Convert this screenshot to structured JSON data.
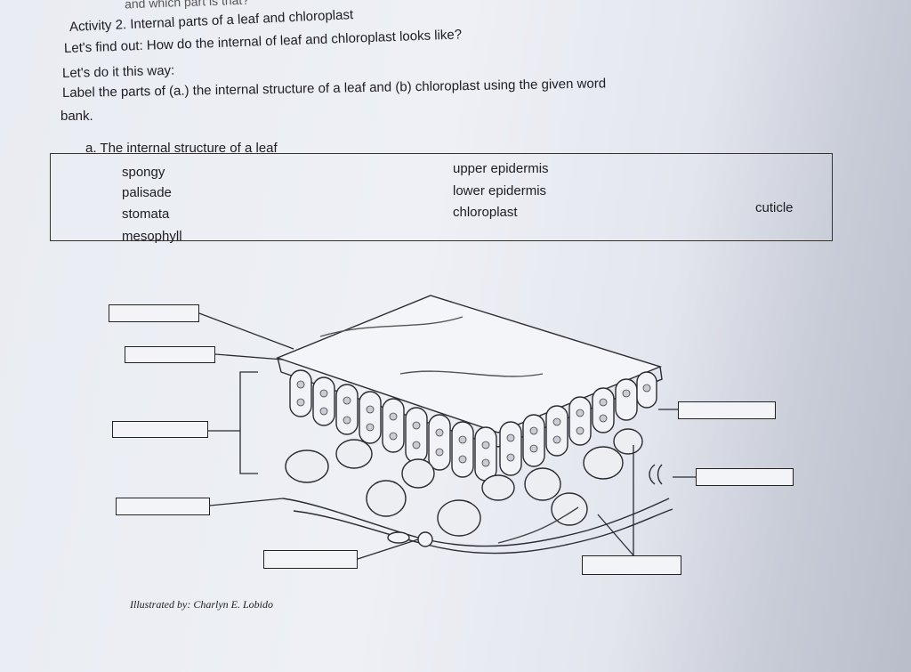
{
  "header_cutoff": "and which part is that?",
  "activity": {
    "title": "Activity 2. Internal parts of a leaf and chloroplast",
    "find_out": "Let's find out: How do the internal of leaf and chloroplast looks like?",
    "do_it": "Let's do it this way:",
    "instruction_line1": "Label the parts of (a.) the internal structure of a leaf and (b) chloroplast using the given word",
    "instruction_line2": "bank.",
    "section_a": "a.   The internal structure of a leaf"
  },
  "word_bank": {
    "col1": [
      "spongy",
      "palisade",
      "stomata",
      "mesophyll"
    ],
    "col2": [
      "upper epidermis",
      "lower epidermis",
      "chloroplast"
    ],
    "col3": [
      "cuticle"
    ]
  },
  "credit": "Illustrated by: Charlyn E. Lobido",
  "colors": {
    "ink": "#1d1d22",
    "paper": "#eef0f5",
    "shadow": "#b9bdca"
  }
}
